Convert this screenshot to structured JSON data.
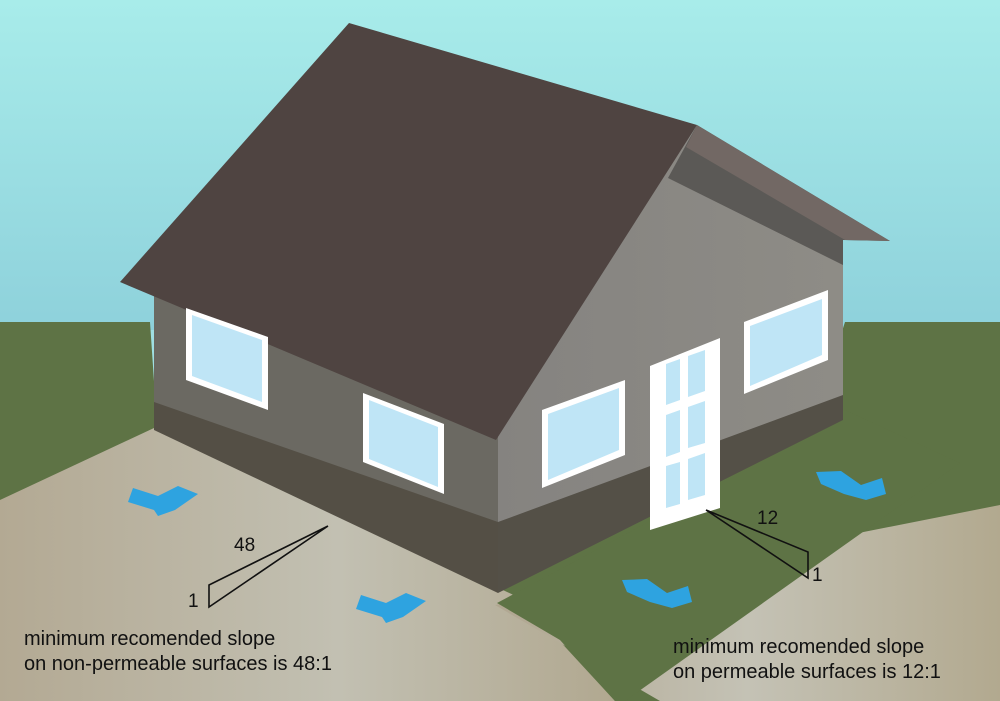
{
  "slopes": {
    "left": {
      "run": "48",
      "rise": "1"
    },
    "right": {
      "run": "12",
      "rise": "1"
    }
  },
  "captions": {
    "left": {
      "line1": "minimum recomended slope",
      "line2": "on non-permeable surfaces is 48:1"
    },
    "right": {
      "line1": "minimum recomended slope",
      "line2": "on permeable surfaces is 12:1"
    }
  },
  "colors": {
    "sky_top": "#a6eaea",
    "sky_bottom": "#8fd2dc",
    "grass": "#5f7446",
    "paving": "#bdb8a6",
    "roof": "#4f4440",
    "wall_left": "#6c6a63",
    "wall_right": "#8a8882",
    "window_glass": "#bfe6f7",
    "drain_arrow": "#2ea3e0"
  },
  "icons": {
    "drain_arrow": "flow-arrow-icon"
  }
}
